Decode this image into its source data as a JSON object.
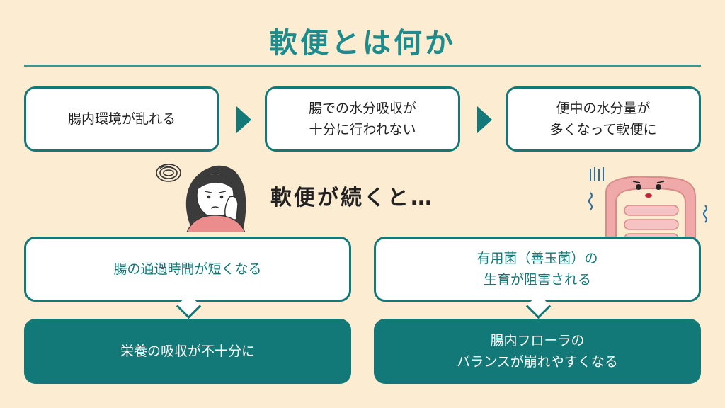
{
  "title": "軟便とは何か",
  "steps": [
    {
      "label": "腸内環境が乱れる"
    },
    {
      "label": "腸での水分吸収が\n十分に行われない"
    },
    {
      "label": "便中の水分量が\n多くなって軟便に"
    }
  ],
  "subheading": "軟便が続くと…",
  "effects": [
    {
      "bubble": "腸の通過時間が短くなる",
      "result": "栄養の吸収が不十分に"
    },
    {
      "bubble": "有用菌（善玉菌）の\n生育が阻害される",
      "result": "腸内フローラの\nバランスが崩れやすくなる"
    }
  ],
  "colors": {
    "accent": "#137878",
    "background": "#fbecd2",
    "title": "#1e8c8c"
  },
  "icons": [
    "worried-woman-illustration",
    "intestine-character-illustration"
  ]
}
